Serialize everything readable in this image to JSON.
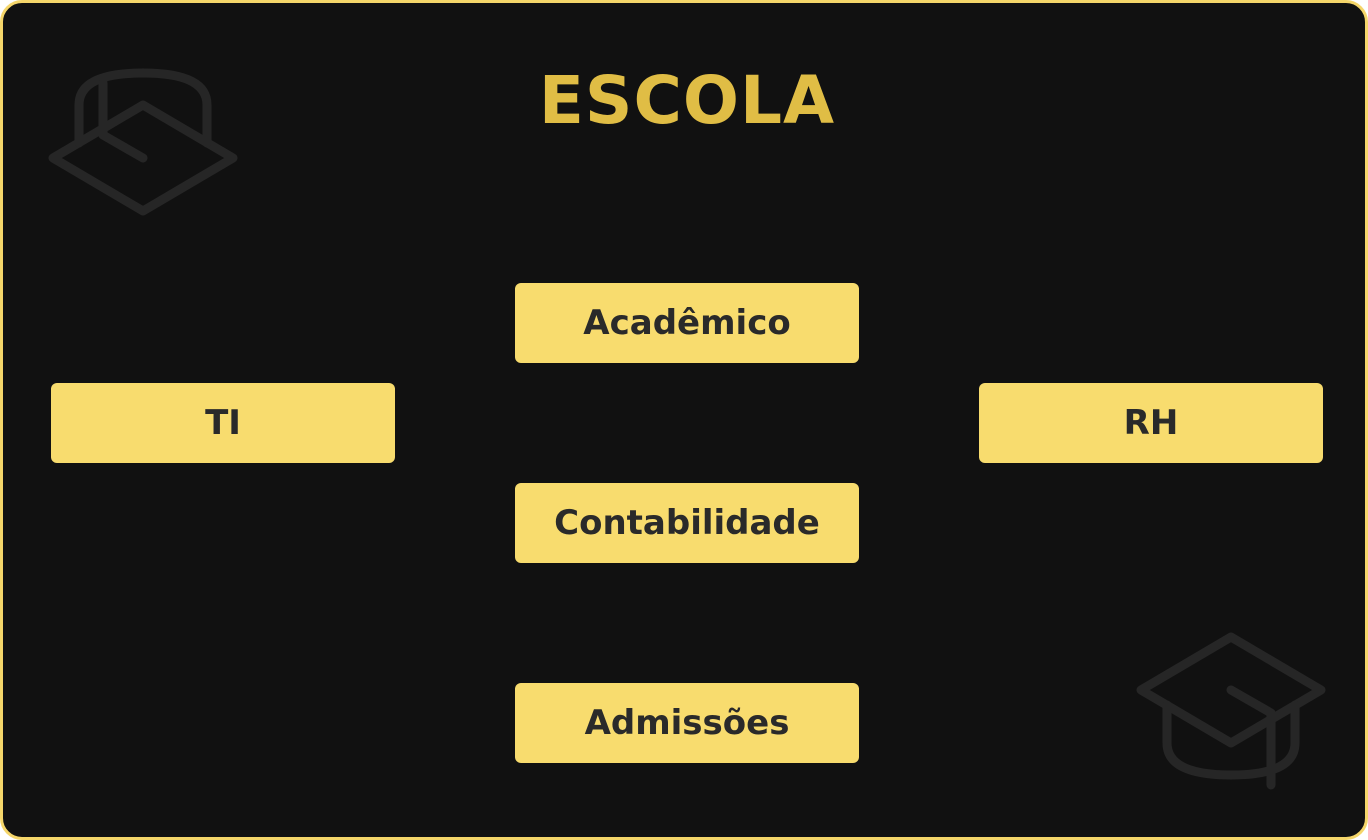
{
  "diagram": {
    "title": "ESCOLA",
    "nodes": [
      {
        "id": "academico",
        "label": "Acadêmico"
      },
      {
        "id": "ti",
        "label": "TI"
      },
      {
        "id": "rh",
        "label": "RH"
      },
      {
        "id": "contabilidade",
        "label": "Contabilidade"
      },
      {
        "id": "admissoes",
        "label": "Admissões"
      }
    ],
    "decorations": [
      "graduation-cap-icon",
      "graduation-cap-icon"
    ]
  },
  "colors": {
    "background": "#111111",
    "border": "#f5d66a",
    "title": "#e0bd45",
    "node_fill": "#f8dc6e",
    "node_text": "#2a2a2a",
    "icon_stroke": "#262626"
  }
}
